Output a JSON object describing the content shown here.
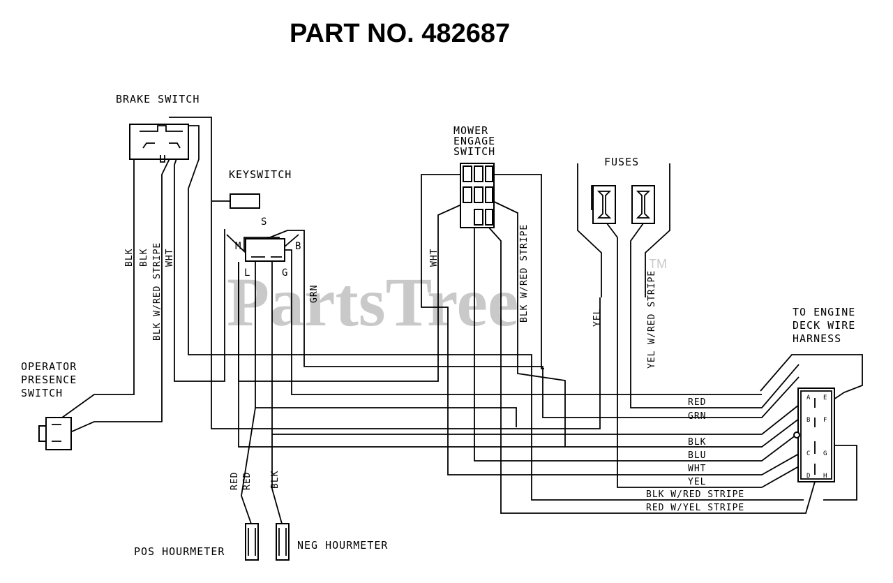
{
  "title": "PART NO. 482687",
  "watermark": {
    "text": "PartsTree",
    "tm": "TM"
  },
  "components": {
    "brake_switch": "BRAKE SWITCH",
    "keyswitch": "KEYSWITCH",
    "mower_engage": [
      "MOWER",
      "ENGAGE",
      "SWITCH"
    ],
    "fuses": "FUSES",
    "engine_harness": [
      "TO ENGINE",
      "DECK WIRE",
      "HARNESS"
    ],
    "operator_presence": [
      "OPERATOR",
      "PRESENCE",
      "SWITCH"
    ],
    "pos_hourmeter": "POS HOURMETER",
    "neg_hourmeter": "NEG HOURMETER"
  },
  "keyswitch_terminals": {
    "s": "S",
    "m": "M",
    "b": "B",
    "l": "L",
    "g": "G"
  },
  "harness_pins": {
    "a": "A",
    "b": "B",
    "c": "C",
    "d": "D",
    "e": "E",
    "f": "F",
    "g": "G",
    "h": "H"
  },
  "wire_labels": {
    "blk1": "BLK",
    "blk2": "BLK",
    "blk_red_brake": "BLK W/RED STRIPE",
    "wht_brake": "WHT",
    "grn_key": "GRN",
    "wht_mower": "WHT",
    "blk_red_mower": "BLK W/RED STRIPE",
    "yel_fuse": "YEL",
    "yel_red_fuse": "YEL W/RED STRIPE",
    "red_hm1": "RED",
    "red_hm2": "RED",
    "blk_hm": "BLK"
  },
  "harness_wires": [
    "RED",
    "GRN",
    "BLK",
    "BLU",
    "WHT",
    "YEL",
    "BLK W/RED STRIPE",
    "RED W/YEL STRIPE"
  ]
}
